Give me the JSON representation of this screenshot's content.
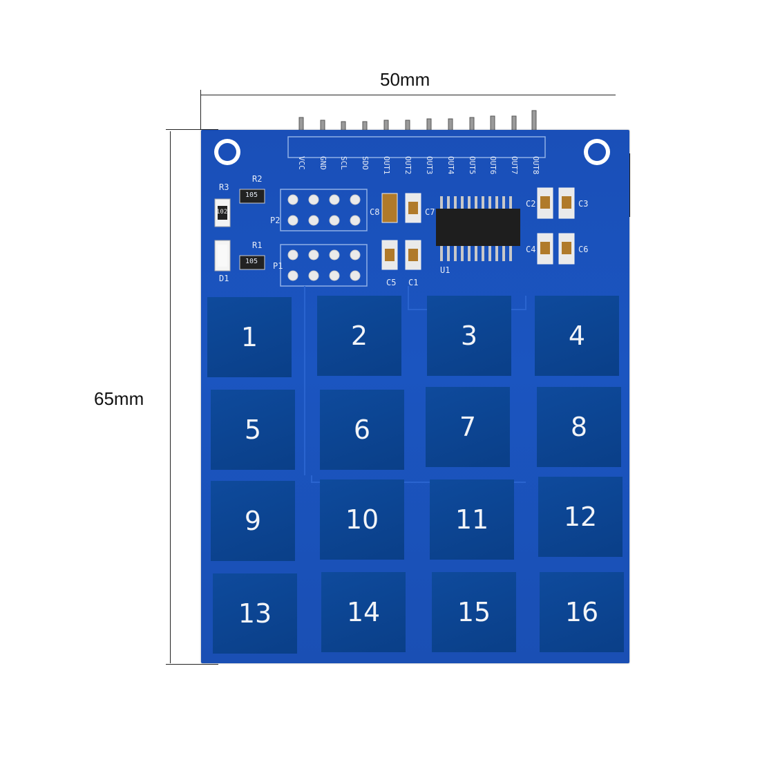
{
  "dimensions": {
    "width": "50mm",
    "height": "65mm"
  },
  "header_pins": [
    "VCC",
    "GND",
    "SCL",
    "SDO",
    "OUT1",
    "OUT2",
    "OUT3",
    "OUT4",
    "OUT5",
    "OUT6",
    "OUT7",
    "OUT8"
  ],
  "silkscreen": {
    "r1": "R1",
    "r2": "R2",
    "r3": "R3",
    "d1": "D1",
    "p1": "P1",
    "p2": "P2",
    "c1": "C1",
    "c2": "C2",
    "c3": "C3",
    "c4": "C4",
    "c5": "C5",
    "c6": "C6",
    "c7": "C7",
    "c8": "C8",
    "u1": "U1",
    "res_code": "105",
    "r3_code": "102"
  },
  "pads": [
    "1",
    "2",
    "3",
    "4",
    "5",
    "6",
    "7",
    "8",
    "9",
    "10",
    "11",
    "12",
    "13",
    "14",
    "15",
    "16"
  ],
  "colors": {
    "board": "#1b55c0",
    "pad": "#0a3f88",
    "silk": "#e6ecf7"
  }
}
